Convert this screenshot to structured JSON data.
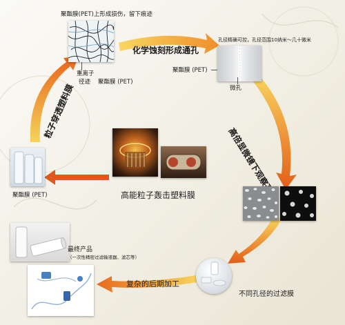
{
  "top_left_caption": "聚酯膜(PET)上形成损伤，留下痕迹",
  "heavy_ion_label": "重离子",
  "track_label": "径迹",
  "pet_film_top_label": "聚酯膜 (PET)",
  "etch_label": "化学蚀刻形成通孔",
  "pore_caption": "孔径精确可控，孔径范围10纳米～几十微米",
  "pet_film_right_label": "聚酯膜 (PET)",
  "micropore_label": "微孔",
  "microscope_label": "高倍显微镜下观察孔形",
  "penetrate_label": "粒子穿透塑料膜",
  "pet_film_left_label": "聚酯膜 (PET)",
  "bombard_label": "高能粒子轰击塑料膜",
  "final_product_label": "最终产品",
  "final_product_sub": "（一次性精密过滤输液器、滤芯等）",
  "post_process_label": "复杂的后期加工",
  "filter_membrane_label": "不同孔径的过滤膜",
  "colors": {
    "arrow_light": "#f7d35a",
    "arrow_mid": "#f29a2e",
    "arrow_dark": "#e0601a"
  }
}
